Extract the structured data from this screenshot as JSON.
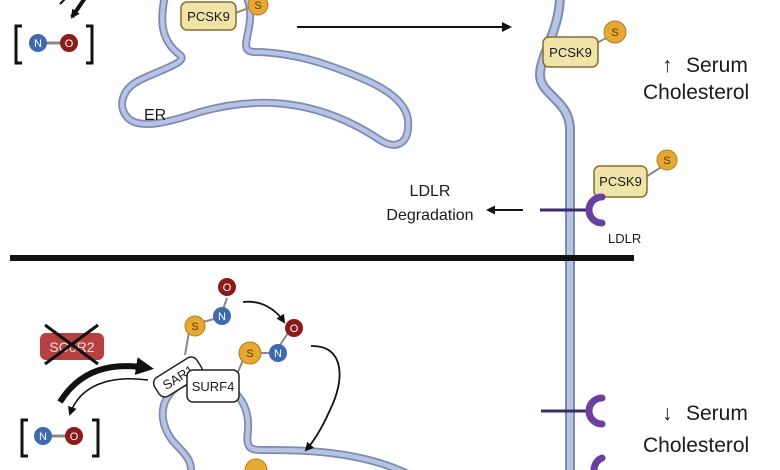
{
  "colors": {
    "membrane_fill": "#b7c3e2",
    "membrane_edge": "#7d8bb3",
    "pcsk9_fill": "#efe3a8",
    "pcsk9_edge": "#8a6a2e",
    "sulfur": "#e6a832",
    "nitrogen": "#3f69b0",
    "oxygen": "#8b1a1a",
    "ldlr": "#6a3fa0",
    "scor2": "#b84040",
    "arrow": "#111111"
  },
  "top_panel": {
    "er_label": "ER",
    "pcsk9_er": "PCSK9",
    "pcsk9_secreted": "PCSK9",
    "pcsk9_bound": "PCSK9",
    "ldlr_label": "LDLR",
    "ldlr_degradation": [
      "LDLR",
      "Degradation"
    ],
    "serum": {
      "arrow": "↑",
      "line1": "Serum",
      "line2": "Cholesterol"
    },
    "no_molecule": {
      "n": "N",
      "o": "O"
    },
    "sulfur": "S"
  },
  "bottom_panel": {
    "scor2_label": "SCoR2",
    "sar1_label": "SAR1",
    "surf4_label": "SURF4",
    "no_molecule": {
      "n": "N",
      "o": "O"
    },
    "sulfur": "S",
    "serum": {
      "arrow": "↓",
      "line1": "Serum",
      "line2": "Cholesterol"
    }
  }
}
